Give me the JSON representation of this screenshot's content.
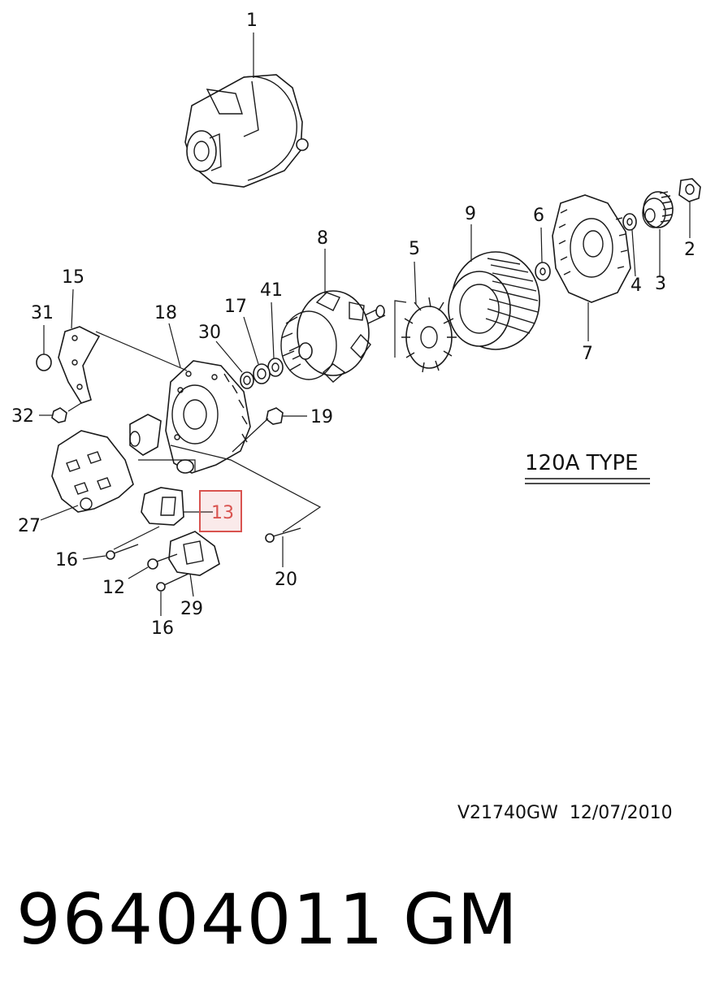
{
  "callouts": {
    "c1": "1",
    "c2": "2",
    "c3": "3",
    "c4": "4",
    "c5": "5",
    "c6": "6",
    "c7": "7",
    "c8": "8",
    "c9": "9",
    "c12": "12",
    "c13": "13",
    "c15": "15",
    "c16a": "16",
    "c16b": "16",
    "c17": "17",
    "c18": "18",
    "c19": "19",
    "c20": "20",
    "c27": "27",
    "c29": "29",
    "c30": "30",
    "c31": "31",
    "c32": "32",
    "c41": "41"
  },
  "highlight": {
    "callout": "13",
    "color": "#d9534f"
  },
  "type_label": "120A TYPE",
  "drawing_ref": "V21740GW  12/07/2010",
  "part_number": "96404011",
  "brand": "GM"
}
